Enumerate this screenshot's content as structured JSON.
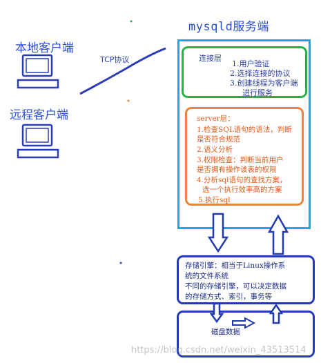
{
  "clients": {
    "local_label": "本地客户端",
    "remote_label": "远程客户端"
  },
  "protocol_label": "TCP协议",
  "server": {
    "title": "mysqld服务端",
    "connection_layer": {
      "title": "连接层",
      "items": [
        "1.用户验证",
        "2.选择连接的协议",
        "3.创建线程为客户端",
        "进行服务"
      ]
    },
    "server_layer": {
      "title": "server层：",
      "lines": [
        "1.检查SQL语句的语法，判断",
        "是否符合规范",
        "2.语义分析",
        "3.权限检查：判断当前用户",
        "是否拥有操作该表的权限",
        "4.分析sql语句的查找方案，",
        "选一个执行效率高的方案",
        "5.执行sql"
      ]
    }
  },
  "storage_engine": {
    "lines": [
      "存储引擎：相当于Linux操作系",
      "统的文件系统",
      "不同的存储引擎，可以决定数据",
      "的存储方式、索引，事务等"
    ]
  },
  "disk_label": "磁盘数据",
  "watermark": "https://blog.csdn.net/weixin_43513514",
  "colors": {
    "blue_label": "#2a4fd6",
    "server_border": "#22a3de",
    "connection_border": "#27b045",
    "server_layer_border": "#ef8236",
    "server_layer_text": "#e25a18",
    "storage_border": "#2239b5",
    "line": "#2b3cb8"
  }
}
